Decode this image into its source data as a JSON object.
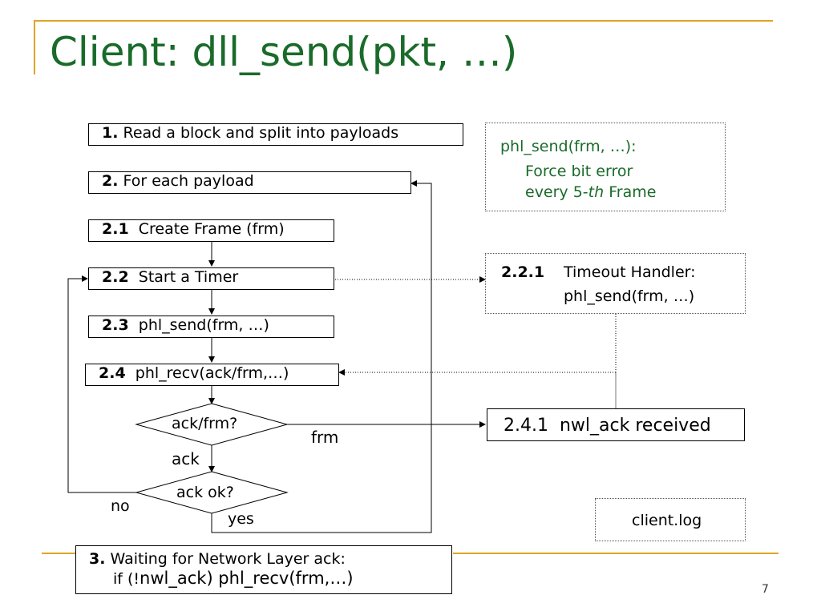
{
  "title": "Client: dll_send(pkt, …)",
  "steps": {
    "s1": {
      "num": "1.",
      "text": "Read a block and split into payloads"
    },
    "s2": {
      "num": "2.",
      "text": "For each payload"
    },
    "s21": {
      "num": "2.1",
      "text": "Create Frame (frm)"
    },
    "s22": {
      "num": "2.2",
      "text": "Start a Timer"
    },
    "s23": {
      "num": "2.3",
      "text": "phl_send(frm, …)"
    },
    "s24": {
      "num": "2.4",
      "text": "phl_recv(ack/frm,…)"
    },
    "s221": {
      "num": "2.2.1",
      "line1": "Timeout Handler:",
      "line2": "phl_send(frm, …)"
    },
    "s241": {
      "num": "2.4.1",
      "text": "nwl_ack received"
    },
    "s3": {
      "num": "3.",
      "line1": "Waiting for Network Layer ack:",
      "line2_prefix": "if (!",
      "line2_rest": "nwl_ack) phl_recv(frm,…)"
    }
  },
  "decisions": {
    "d1": "ack/frm?",
    "d2": "ack ok?"
  },
  "edge_labels": {
    "frm": "frm",
    "ack": "ack",
    "no": "no",
    "yes": "yes"
  },
  "notes": {
    "phl_send_title": "phl_send(frm, …):",
    "force_line1": "Force bit error",
    "force_line2_a": "every 5-",
    "force_line2_th": "th",
    "force_line2_b": " Frame",
    "log": "client.log"
  },
  "page_number": "7",
  "colors": {
    "accent": "#e0a526",
    "title": "#1a6b2a",
    "note_text": "#1a6b2a"
  }
}
